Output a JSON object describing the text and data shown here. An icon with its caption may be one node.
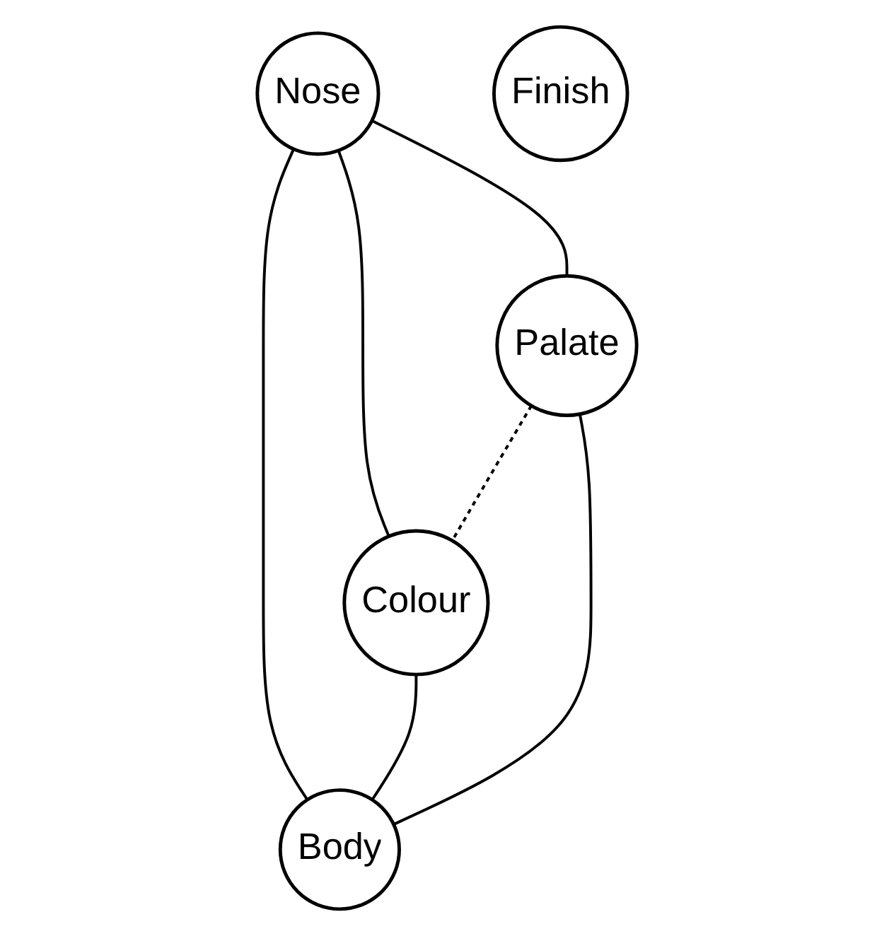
{
  "diagram": {
    "nodes": [
      {
        "text": [
          "Nose"
        ]
      },
      {
        "text": [
          "Finish"
        ]
      },
      {
        "text": [
          "Colour"
        ]
      },
      {
        "text": [
          "Palate"
        ]
      },
      {
        "text": [
          "Body"
        ]
      }
    ],
    "edges": [
      {
        "from": 0,
        "to": 3,
        "arrow": "none"
      },
      {
        "from": 0,
        "to": 4,
        "arrow": "none"
      },
      {
        "from": 0,
        "to": 2,
        "arrow": "none"
      },
      {
        "from": 2,
        "to": 4,
        "arrow": "none"
      },
      {
        "from": 3,
        "to": 4,
        "arrow": "none"
      },
      {
        "from": 3,
        "to": 2,
        "arrow": "none",
        "style": "dashed"
      }
    ]
  }
}
